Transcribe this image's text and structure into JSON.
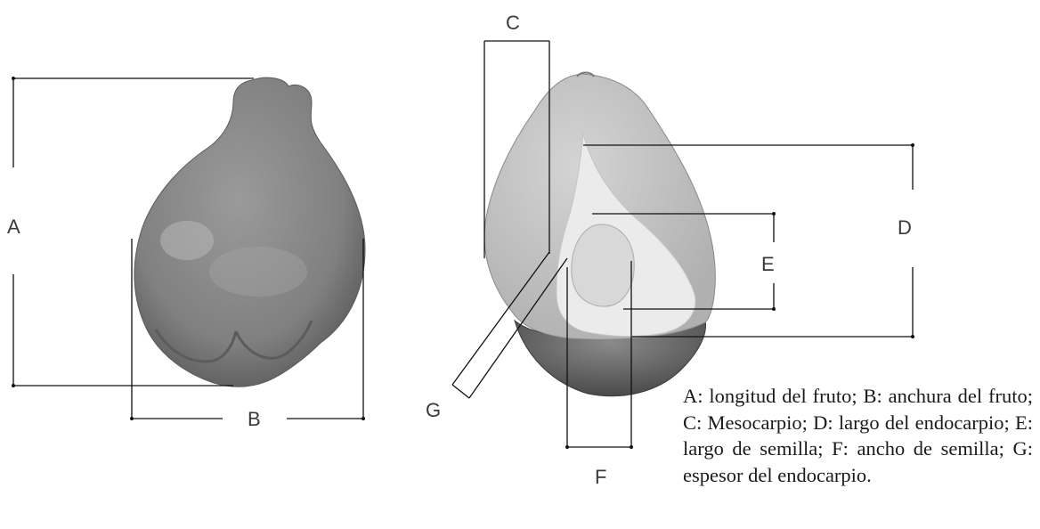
{
  "labels": {
    "A": "A",
    "B": "B",
    "C": "C",
    "D": "D",
    "E": "E",
    "F": "F",
    "G": "G"
  },
  "caption": "A: longitud del fruto; B: anchura del fruto; C: Mesocarpio; D: largo del endocarpio; E: largo de semilla; F: ancho de semilla; G: espesor del endocarpio.",
  "colors": {
    "fruit_skin": "#8c8c8c",
    "mesocarp": "#c9c9c9",
    "endocarp": "#ececec",
    "seed": "#dcdcdc",
    "lines": "#111111"
  }
}
